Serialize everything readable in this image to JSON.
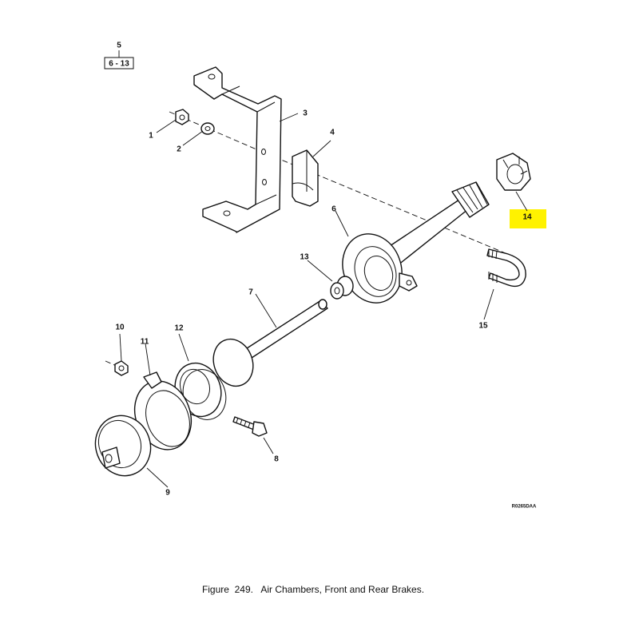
{
  "header": {
    "group_number": "5",
    "group_ref": "6 - 13"
  },
  "callouts": [
    {
      "id": "c1",
      "label": "1"
    },
    {
      "id": "c2",
      "label": "2"
    },
    {
      "id": "c3",
      "label": "3"
    },
    {
      "id": "c4",
      "label": "4"
    },
    {
      "id": "c6",
      "label": "6"
    },
    {
      "id": "c7",
      "label": "7"
    },
    {
      "id": "c8",
      "label": "8"
    },
    {
      "id": "c9",
      "label": "9"
    },
    {
      "id": "c10",
      "label": "10"
    },
    {
      "id": "c11",
      "label": "11"
    },
    {
      "id": "c12",
      "label": "12"
    },
    {
      "id": "c13",
      "label": "13"
    },
    {
      "id": "c14",
      "label": "14"
    },
    {
      "id": "c15",
      "label": "15"
    }
  ],
  "drawing_code": "R0265DAA",
  "caption": "Figure  249.   Air Chambers, Front and Rear Brakes.",
  "highlight": {
    "target": "14",
    "color": "#fff200"
  }
}
